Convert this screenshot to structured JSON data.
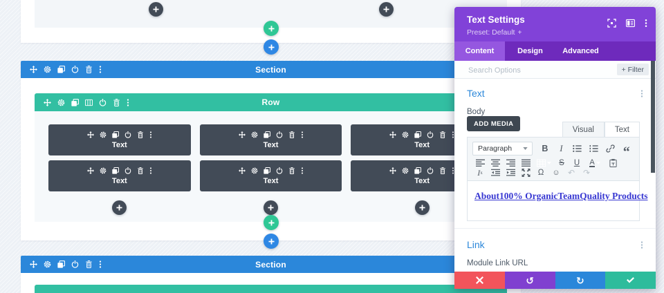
{
  "builder": {
    "section_label": "Section",
    "row_label": "Row",
    "module_label": "Text"
  },
  "panel": {
    "title": "Text Settings",
    "preset_label": "Preset: Default",
    "tabs": [
      {
        "label": "Content",
        "active": true
      },
      {
        "label": "Design",
        "active": false
      },
      {
        "label": "Advanced",
        "active": false
      }
    ],
    "search_placeholder": "Search Options",
    "filter_button": "+ Filter",
    "text_group": {
      "title": "Text",
      "body_label": "Body",
      "add_media_button": "ADD MEDIA",
      "editor_tabs": [
        {
          "label": "Visual",
          "active": true
        },
        {
          "label": "Text",
          "active": false
        }
      ],
      "paragraph_dropdown": "Paragraph",
      "content_text": "About100% OrganicTeamQuality Products"
    },
    "link_group": {
      "title": "Link",
      "module_link_url_label": "Module Link URL"
    }
  },
  "glyphs": {
    "bold": "B",
    "italic": "I",
    "strike": "S",
    "underline": "U",
    "text_color": "A",
    "omega": "Ω",
    "smiley": "☺",
    "undo": "↶",
    "redo": "↷",
    "quote": "“",
    "clear_letter": "I",
    "clear_x": "x",
    "undo_heavy": "↺",
    "redo_heavy": "↻",
    "preset_caret": "+"
  },
  "colors": {
    "section_blue": "#2b87da",
    "row_green": "#32bfa2",
    "module_dark": "#424b57",
    "add_row_green": "#2fc795",
    "add_section_blue": "#2e87e4",
    "panel_purple": "#8142d8",
    "tabbar_purple": "#6e2abc",
    "active_tab_purple": "#9557e0",
    "heading_blue": "#2b87da",
    "link_text_blue": "#3737d2",
    "discard_red": "#f2545b",
    "undo_purple": "#8040d0",
    "redo_blue": "#2b87da",
    "save_green": "#2dbc9c"
  }
}
